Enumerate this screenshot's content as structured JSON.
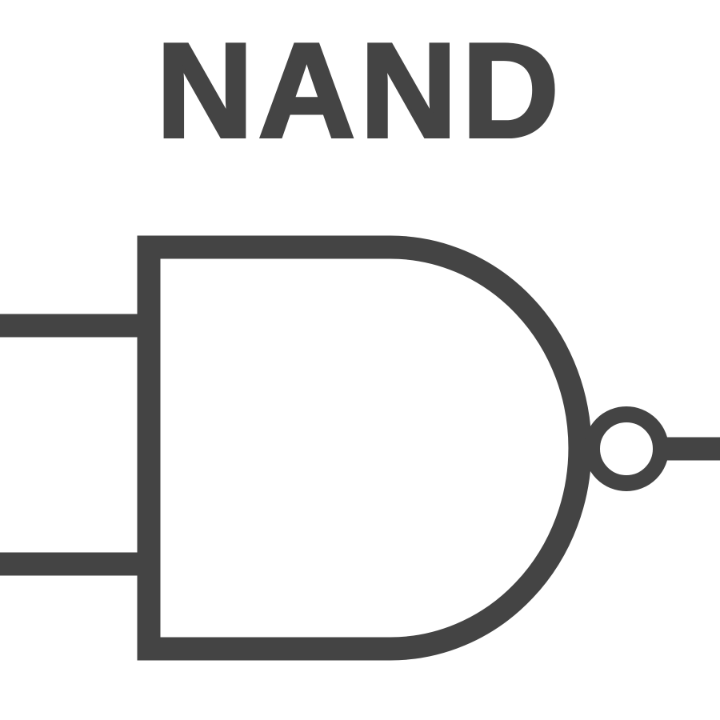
{
  "title": "NAND",
  "colors": {
    "stroke": "#444444",
    "background": "#ffffff"
  },
  "gate": {
    "type": "NAND",
    "inputs": 2,
    "outputs": 1,
    "inverted_output": true
  }
}
